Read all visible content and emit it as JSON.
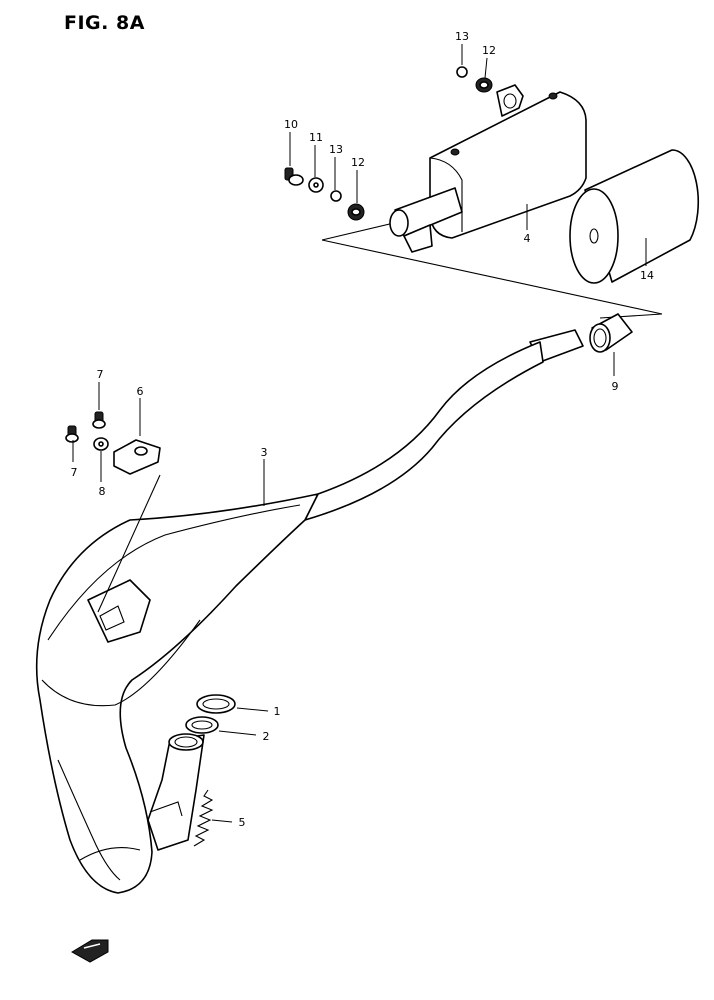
{
  "figure": {
    "title": "FIG. 8A"
  },
  "callouts": [
    "13",
    "12",
    "10",
    "11",
    "13",
    "12",
    "4",
    "14",
    "9",
    "7",
    "6",
    "7",
    "8",
    "3",
    "1",
    "2",
    "5"
  ]
}
